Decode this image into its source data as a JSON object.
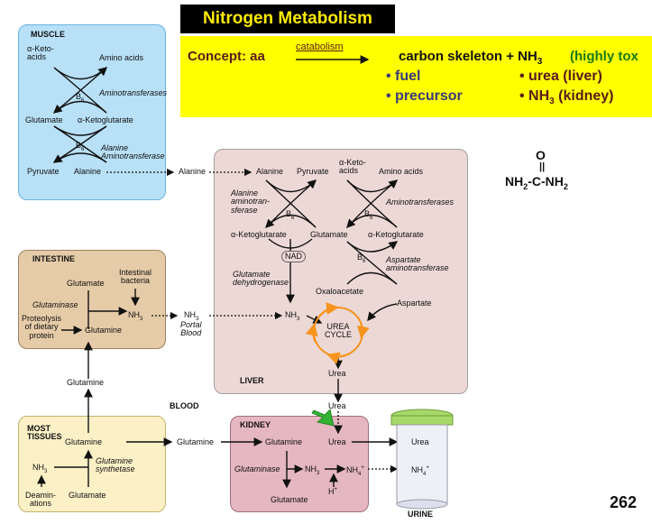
{
  "title": "Nitrogen Metabolism",
  "concept": {
    "label": "Concept: aa",
    "arrow_label": "catabolism",
    "product": "carbon skeleton + NH",
    "product_sub": "3",
    "toxic_note": "(highly tox",
    "fuel": "• fuel",
    "precursor": "• precursor",
    "urea_liver": "• urea (liver)",
    "nh3_kidney_pre": "• NH",
    "nh3_kidney_sub": "3",
    "nh3_kidney_post": " (kidney)"
  },
  "urea_formula": {
    "o": "O",
    "body": "NH",
    "mid": "-C-NH",
    "sub": "2"
  },
  "muscle": {
    "title": "MUSCLE",
    "keto_acids": "α-Keto-\nacids",
    "amino_acids": "Amino acids",
    "b6": "B",
    "b6_sub": "6",
    "aminotransferases": "Aminotransferases",
    "glutamate": "Glutamate",
    "a_ketoglutarate": "α-Ketoglutarate",
    "alanine_aminotransferase": "Alanine\nAminotransferase",
    "pyruvate": "Pyruvate",
    "alanine": "Alanine"
  },
  "blood_alanine": "Alanine",
  "liver": {
    "title": "LIVER",
    "alanine": "Alanine",
    "pyruvate": "Pyruvate",
    "keto_acids": "α-Keto-\nacids",
    "amino_acids": "Amino acids",
    "alanine_aminotransferase": "Alanine\naminotran-\nsferase",
    "aminotransferases": "Aminotransferases",
    "a_ketoglutarate": "α-Ketoglutarate",
    "glutamate": "Glutamate",
    "a_ketoglutarate2": "α-Ketoglutarate",
    "nad": "NAD",
    "gdh": "Glutamate\ndehydrogenase",
    "aspartate_aminotransferase": "Aspartate\naminotransferase",
    "oxaloacetate": "Oxaloacetate",
    "nh3": "NH",
    "aspartate": "Aspartate",
    "urea_cycle": "UREA\nCYCLE",
    "urea": "Urea"
  },
  "intestine": {
    "title": "INTESTINE",
    "glutamate": "Glutamate",
    "intestinal_bacteria": "Intestinal\nbacteria",
    "glutaminase": "Glutaminase",
    "nh3": "NH",
    "proteolysis": "Proteolysis\nof dietary\nprotein",
    "glutamine": "Glutamine"
  },
  "portal": {
    "nh3": "NH",
    "label": "Portal\nBlood"
  },
  "blood": {
    "label": "BLOOD",
    "glutamine_left": "Glutamine",
    "urea": "Urea",
    "glutamine_mid": "Glutamine"
  },
  "tissues": {
    "title": "MOST\nTISSUES",
    "glutamine": "Glutamine",
    "nh3": "NH",
    "glutamine_synthetase": "Glutamine\nsynthetase",
    "deaminations": "Deamin-\nations",
    "glutamate": "Glutamate"
  },
  "kidney": {
    "title": "KIDNEY",
    "glutamine": "Glutamine",
    "urea": "Urea",
    "glutaminase": "Glutaminase",
    "nh3": "NH",
    "nh4": "NH",
    "h_plus": "H",
    "glutamate": "Glutamate"
  },
  "urine": {
    "label": "URINE",
    "urea": "Urea",
    "nh4": "NH"
  },
  "page_number": "262",
  "colors": {
    "title_bg": "#000000",
    "title_fg": "#ffeb00",
    "concept_bg": "#ffff00",
    "concept_dark": "#5a1a1a",
    "concept_blue": "#3a3a7a",
    "toxic_green": "#1a7a1a",
    "muscle_bg": "#b8e0f7",
    "liver_bg": "#ecd8d5",
    "intestine_bg": "#e6cba8",
    "tissues_bg": "#fbf0c6",
    "kidney_bg": "#e5b7c0",
    "urea_cycle": "#f7941d",
    "green_arrow": "#33b233",
    "jar_lid": "#a6d96a"
  }
}
